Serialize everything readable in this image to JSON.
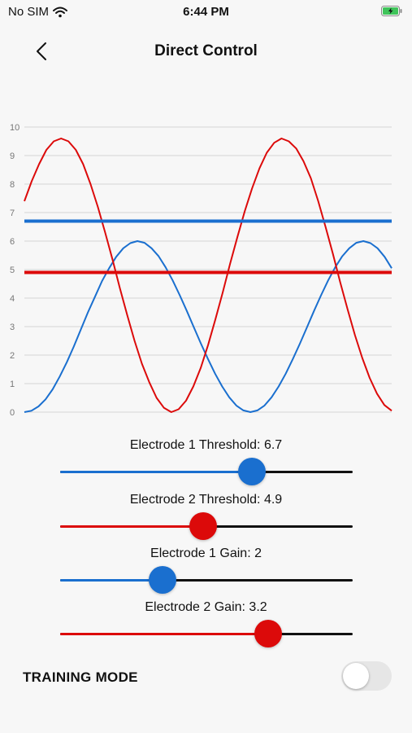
{
  "status": {
    "carrier": "No SIM",
    "time": "6:44 PM"
  },
  "nav": {
    "title": "Direct Control"
  },
  "colors": {
    "blue": "#1a6fcf",
    "red": "#dc0a0a",
    "grid": "#d4d4d4"
  },
  "chart_data": {
    "type": "line",
    "title": "",
    "xlabel": "",
    "ylabel": "",
    "ylim": [
      0,
      10
    ],
    "y_ticks": [
      "0",
      "1",
      "2",
      "3",
      "4",
      "5",
      "6",
      "7",
      "8",
      "9",
      "10"
    ],
    "grid": true,
    "legend": "none",
    "series": [
      {
        "color": "#1a6fcf",
        "values": [
          0.0,
          0.05,
          0.2,
          0.45,
          0.8,
          1.25,
          1.75,
          2.3,
          2.9,
          3.5,
          4.05,
          4.6,
          5.05,
          5.45,
          5.75,
          5.93,
          6.0,
          5.94,
          5.75,
          5.47,
          5.08,
          4.62,
          4.1,
          3.55,
          2.97,
          2.4,
          1.86,
          1.35,
          0.9,
          0.52,
          0.23,
          0.06,
          0.0,
          0.06,
          0.23,
          0.52,
          0.9,
          1.35,
          1.86,
          2.4,
          2.97,
          3.55,
          4.1,
          4.62,
          5.08,
          5.47,
          5.75,
          5.94,
          6.0,
          5.93,
          5.75,
          5.45,
          5.05
        ]
      },
      {
        "color": "#dc0a0a",
        "values": [
          7.4,
          8.1,
          8.7,
          9.2,
          9.5,
          9.6,
          9.5,
          9.2,
          8.7,
          8.0,
          7.2,
          6.3,
          5.35,
          4.35,
          3.4,
          2.5,
          1.7,
          1.05,
          0.5,
          0.15,
          0.0,
          0.1,
          0.4,
          0.9,
          1.55,
          2.35,
          3.25,
          4.2,
          5.2,
          6.15,
          7.05,
          7.85,
          8.55,
          9.1,
          9.45,
          9.6,
          9.5,
          9.25,
          8.8,
          8.2,
          7.4,
          6.5,
          5.55,
          4.55,
          3.6,
          2.7,
          1.9,
          1.2,
          0.65,
          0.25,
          0.05
        ]
      }
    ],
    "thresholds": [
      {
        "color": "#1a6fcf",
        "value": 6.7
      },
      {
        "color": "#dc0a0a",
        "value": 4.9
      }
    ]
  },
  "sliders": [
    {
      "label": "Electrode 1 Threshold: 6.7",
      "fraction": 0.655,
      "color": "#1a6fcf"
    },
    {
      "label": "Electrode 2 Threshold: 4.9",
      "fraction": 0.49,
      "color": "#dc0a0a"
    },
    {
      "label": "Electrode 1 Gain: 2",
      "fraction": 0.35,
      "color": "#1a6fcf"
    },
    {
      "label": "Electrode 2 Gain: 3.2",
      "fraction": 0.71,
      "color": "#dc0a0a"
    }
  ],
  "training": {
    "label": "TRAINING MODE",
    "enabled": false
  }
}
